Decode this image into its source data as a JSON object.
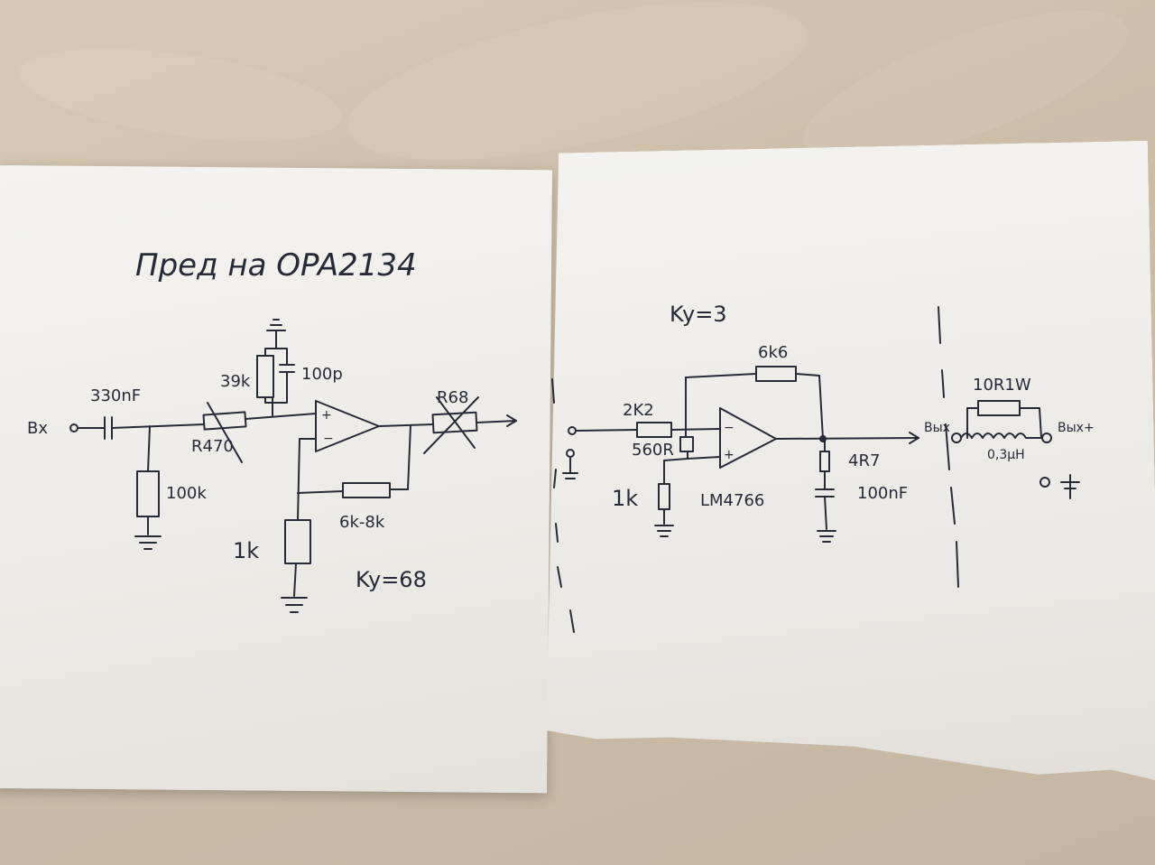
{
  "preamp": {
    "title": "Пред на OPA2134",
    "input_label": "Вх",
    "c_in": "330nF",
    "r_bias": "100k",
    "r_series": "R470",
    "r_fb_top": "39k",
    "c_fb": "100p",
    "r_out": "R68",
    "r_ground": "1k",
    "r_gain": "6k-8k",
    "gain": "Ky=68"
  },
  "amp": {
    "gain": "Ky=3",
    "r_feedback": "6k6",
    "r_input": "2K2",
    "r_divider": "560R",
    "r_ground": "1k",
    "chip": "LM4766",
    "zobel_r": "4R7",
    "zobel_c": "100nF",
    "out_label": "Вых",
    "out_plus_label": "Вых+",
    "coil_r": "10R1W",
    "coil_l": "0,3μH"
  }
}
